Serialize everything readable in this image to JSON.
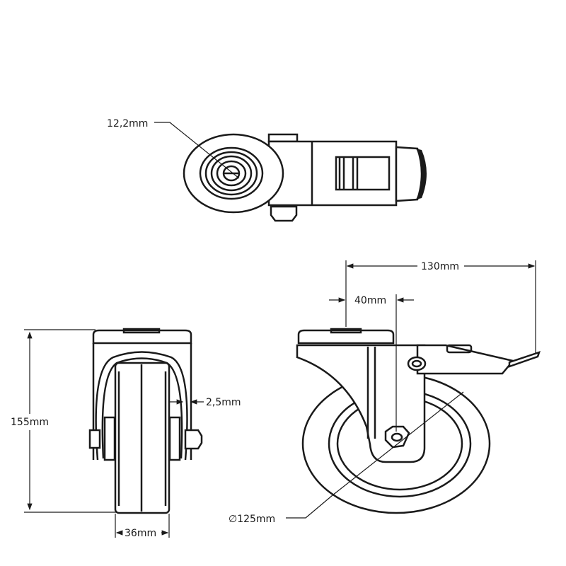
{
  "dimensions": {
    "bolt_hole": "12,2mm",
    "overall_length": "130mm",
    "offset": "40mm",
    "overall_height": "155mm",
    "plate_thickness": "2,5mm",
    "wheel_width": "36mm",
    "wheel_diameter": "∅125mm"
  },
  "colors": {
    "line": "#1a1a1a",
    "background": "#ffffff"
  }
}
